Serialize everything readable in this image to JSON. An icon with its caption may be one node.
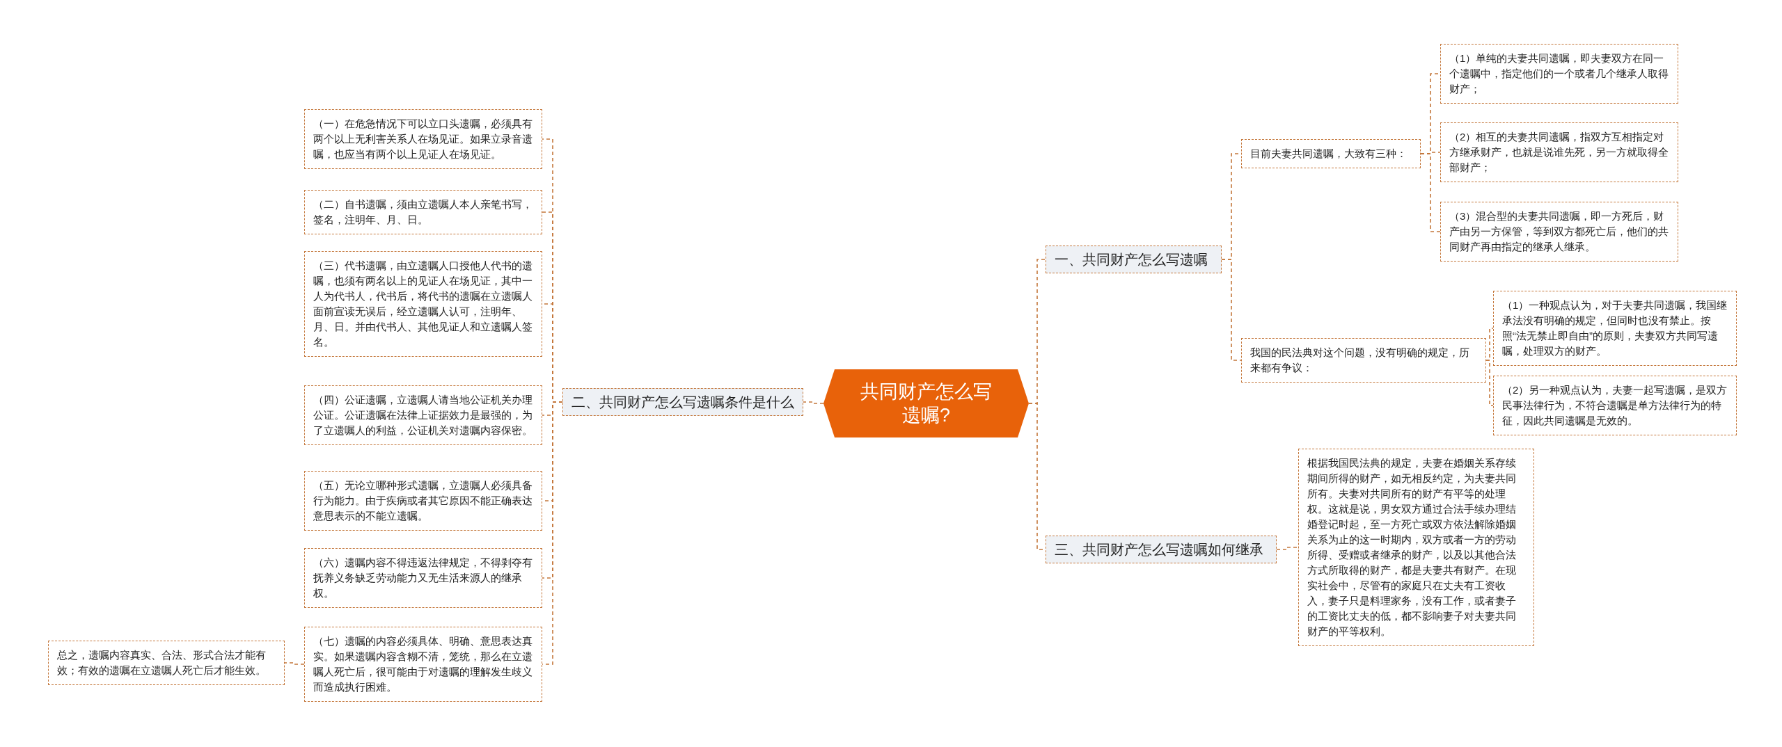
{
  "diagram": {
    "nodes": [
      {
        "text": [
          "共同财产怎么写遗嘱?"
        ]
      },
      {
        "text": [
          "二、共同财产怎么写遗嘱条件是什么"
        ]
      },
      {
        "text": [
          "（一）在危急情况下可以立口头遗嘱，必须具有两个以上无利害关系人在场见证。如果立录音遗嘱，也应当有两个以上见证人在场见证。"
        ]
      },
      {
        "text": [
          "（二）自书遗嘱，须由立遗嘱人本人亲笔书写，签名，注明年、月、日。"
        ]
      },
      {
        "text": [
          "（三）代书遗嘱，由立遗嘱人口授他人代书的遗嘱，也须有两名以上的见证人在场见证，其中一人为代书人，代书后，将代书的遗嘱在立遗嘱人面前宣读无误后，经立遗嘱人认可，注明年、月、日。并由代书人、其他见证人和立遗嘱人签名。"
        ]
      },
      {
        "text": [
          "（四）公证遗嘱，立遗嘱人请当地公证机关办理公证。公证遗嘱在法律上证据效力是最强的，为了立遗嘱人的利益，公证机关对遗嘱内容保密。"
        ]
      },
      {
        "text": [
          "（五）无论立哪种形式遗嘱，立遗嘱人必须具备行为能力。由于疾病或者其它原因不能正确表达意思表示的不能立遗嘱。"
        ]
      },
      {
        "text": [
          "（六）遗嘱内容不得违返法律规定，不得剥夺有抚养义务缺乏劳动能力又无生活来源人的继承权。"
        ]
      },
      {
        "text": [
          "（七）遗嘱的内容必须具体、明确、意思表达真实。如果遗嘱内容含糊不清，笼统，那么在立遗嘱人死亡后，很可能由于对遗嘱的理解发生歧义而造成执行困难。"
        ]
      },
      {
        "text": [
          "总之，遗嘱内容真实、合法、形式合法才能有效；有效的遗嘱在立遗嘱人死亡后才能生效。"
        ]
      },
      {
        "text": [
          "一、共同财产怎么写遗嘱"
        ]
      },
      {
        "text": [
          "目前夫妻共同遗嘱，大致有三种："
        ]
      },
      {
        "text": [
          "（1）单纯的夫妻共同遗嘱，即夫妻双方在同一个遗嘱中，指定他们的一个或者几个继承人取得财产；"
        ]
      },
      {
        "text": [
          "（2）相互的夫妻共同遗嘱，指双方互相指定对方继承财产，也就是说谁先死，另一方就取得全部财产；"
        ]
      },
      {
        "text": [
          "（3）混合型的夫妻共同遗嘱，即一方死后，财产由另一方保管，等到双方都死亡后，他们的共同财产再由指定的继承人继承。"
        ]
      },
      {
        "text": [
          "我国的民法典对这个问题，没有明确的规定，历来都有争议："
        ]
      },
      {
        "text": [
          "（1）一种观点认为，对于夫妻共同遗嘱，我国继承法没有明确的规定，但同时也没有禁止。按照“法无禁止即自由”的原则，夫妻双方共同写遗嘱，处理双方的财产。"
        ]
      },
      {
        "text": [
          "（2）另一种观点认为，夫妻一起写遗嘱，是双方民事法律行为，不符合遗嘱是单方法律行为的特征，因此共同遗嘱是无效的。"
        ]
      },
      {
        "text": [
          "三、共同财产怎么写遗嘱如何继承"
        ]
      },
      {
        "text": [
          "根据我国民法典的规定，夫妻在婚姻关系存续期间所得的财产，如无相反约定，为夫妻共同所有。夫妻对共同所有的财产有平等的处理权。这就是说，男女双方通过合法手续办理结婚登记时起，至一方死亡或双方依法解除婚姻关系为止的这一时期内，双方或者一方的劳动所得、受赠或者继承的财产，以及以其他合法方式所取得的财产，都是夫妻共有财产。在现实社会中，尽管有的家庭只在丈夫有工资收入，妻子只是料理家务，没有工作，或者妻子的工资比丈夫的低，都不影响妻子对夫妻共同财产的平等权利。"
        ]
      }
    ],
    "edges": [
      {
        "from": 0,
        "to": 1,
        "arrow": "none",
        "style": "dashed"
      },
      {
        "from": 1,
        "to": 2,
        "arrow": "none",
        "style": "dashed"
      },
      {
        "from": 1,
        "to": 3,
        "arrow": "none",
        "style": "dashed"
      },
      {
        "from": 1,
        "to": 4,
        "arrow": "none",
        "style": "dashed"
      },
      {
        "from": 1,
        "to": 5,
        "arrow": "none",
        "style": "dashed"
      },
      {
        "from": 1,
        "to": 6,
        "arrow": "none",
        "style": "dashed"
      },
      {
        "from": 1,
        "to": 7,
        "arrow": "none",
        "style": "dashed"
      },
      {
        "from": 1,
        "to": 8,
        "arrow": "none",
        "style": "dashed"
      },
      {
        "from": 8,
        "to": 9,
        "arrow": "none",
        "style": "dashed"
      },
      {
        "from": 0,
        "to": 10,
        "arrow": "none",
        "style": "dashed"
      },
      {
        "from": 10,
        "to": 11,
        "arrow": "none",
        "style": "dashed"
      },
      {
        "from": 11,
        "to": 12,
        "arrow": "none",
        "style": "dashed"
      },
      {
        "from": 11,
        "to": 13,
        "arrow": "none",
        "style": "dashed"
      },
      {
        "from": 11,
        "to": 14,
        "arrow": "none",
        "style": "dashed"
      },
      {
        "from": 10,
        "to": 15,
        "arrow": "none",
        "style": "dashed"
      },
      {
        "from": 15,
        "to": 16,
        "arrow": "none",
        "style": "dashed"
      },
      {
        "from": 15,
        "to": 17,
        "arrow": "none",
        "style": "dashed"
      },
      {
        "from": 0,
        "to": 18,
        "arrow": "none",
        "style": "dashed"
      },
      {
        "from": 18,
        "to": 19,
        "arrow": "none",
        "style": "dashed"
      }
    ]
  }
}
